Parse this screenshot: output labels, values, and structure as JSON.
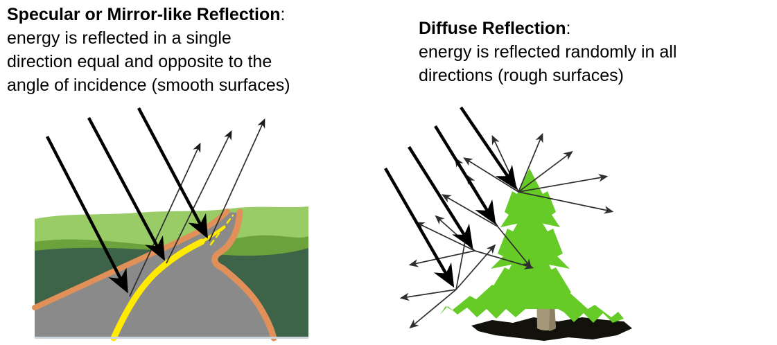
{
  "page": {
    "background": "#ffffff",
    "text_color": "#000000"
  },
  "panels": {
    "specular": {
      "title": "Specular or Mirror-like Reflection",
      "colon": ":",
      "desc_lines": [
        "energy is reflected in a single",
        "direction equal and opposite to the",
        "angle of incidence (smooth surfaces)"
      ],
      "figure": {
        "name": "road-scene",
        "incident_rays": 3,
        "reflected_rays": 3
      }
    },
    "diffuse": {
      "title": "Diffuse Reflection",
      "colon": ":",
      "desc_lines": [
        "energy is reflected randomly in all",
        "directions (rough surfaces)"
      ],
      "figure": {
        "name": "tree-scene",
        "incident_rays": 4,
        "scattered_rays": 18
      }
    }
  },
  "palette": {
    "page-bg": "#ffffff",
    "text-black": "#000000",
    "hill-light": "#99CC66",
    "hill-mid": "#6BA23C",
    "hill-dark": "#3D6348",
    "road-gray": "#8A8A8A",
    "shoulder-orange": "#E09058",
    "stripe-yellow": "#FFEA00",
    "photo-edge": "#CBD5DE",
    "tree-green": "#66CB27",
    "trunk-tan": "#A69977",
    "trunk-shade": "#8D8164",
    "shadow-dark": "#12110C",
    "ray-black": "#000000",
    "ray-thin": "#2E2E2E"
  }
}
